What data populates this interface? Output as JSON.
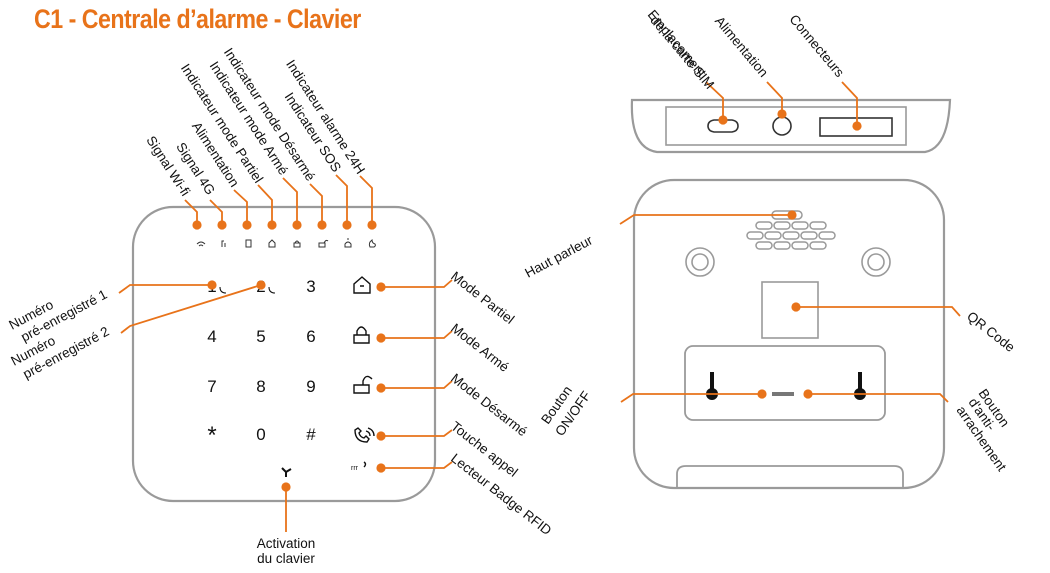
{
  "title": "C1 - Centrale d’alarme - Clavier",
  "colors": {
    "accent": "#E8731A",
    "outline": "#9a9a9a",
    "text": "#111111"
  },
  "keypad": {
    "keys": [
      "1",
      "2",
      "3",
      "4",
      "5",
      "6",
      "7",
      "8",
      "9",
      "*",
      "0",
      "#"
    ]
  },
  "labels": {
    "signal_wifi": "Signal Wi-fi",
    "signal_4g": "Signal 4G",
    "alimentation": "Alimentation",
    "ind_partiel": "Indicateur mode Partiel",
    "ind_arme": "Indicateur mode Armé",
    "ind_desarme": "Indicateur mode Désarmé",
    "ind_sos": "Indicateur SOS",
    "ind_24h": "Indicateur alarme 24H",
    "num1_l1": "Numéro",
    "num1_l2": "pré-enregistré 1",
    "num2_l1": "Numéro",
    "num2_l2": "pré-enregistré 2",
    "mode_partiel": "Mode Partiel",
    "mode_arme": "Mode Armé",
    "mode_desarme": "Mode Désarmé",
    "touche_appel": "Touche appel",
    "lecteur_badge": "Lecteur Badge RFID",
    "activation_l1": "Activation",
    "activation_l2": "du clavier",
    "sim_l1": "Emplacement",
    "sim_l2": "de la carte SIM",
    "alimentation_back": "Alimentation",
    "connecteurs": "Connecteurs",
    "haut_parleur": "Haut parleur",
    "qr_code": "QR Code",
    "onoff_l1": "Bouton",
    "onoff_l2": "ON/OFF",
    "anti_l1": "Bouton",
    "anti_l2": "d'anti-",
    "anti_l3": "arrachement"
  },
  "icons": {
    "signal_wifi": "wifi-icon",
    "signal_4g": "cellular-4g-icon",
    "power": "battery-icon",
    "mode_partiel": "home-shield-icon",
    "mode_arme": "lock-closed-icon",
    "mode_desarme": "lock-open-icon",
    "call": "phone-call-icon",
    "rfid": "rfid-icon",
    "keypad_activation": "fan-icon",
    "sos": "sos-icon",
    "alarm_24h": "siren-icon"
  }
}
